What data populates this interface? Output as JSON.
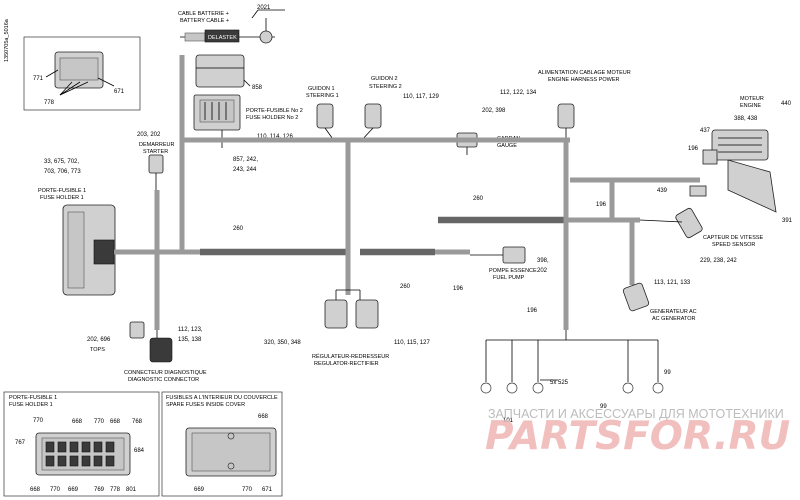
{
  "side_code": "1350705a_5016a",
  "labels": {
    "cable_fr": "CABLE BATTERIE +",
    "cable_en": "BATTERY CABLE +",
    "ref_2021": "2021",
    "delastek": "DELASTEK",
    "ref_858": "858",
    "ref_771": "771",
    "ref_778_top": "778",
    "ref_671_top": "671",
    "fh2_fr": "PORTE-FUSIBLE No 2",
    "fh2_en": "FUSE HOLDER No 2",
    "ref_fh2": "857, 242,",
    "ref_fh2b": "243, 244",
    "g1_fr": "GUIDON 1",
    "g1_en": "STEERING 1",
    "ref_g1": "110, 114, 126",
    "g2_fr": "GUIDON 2",
    "g2_en": "STEERING 2",
    "ref_g2": "110, 117, 129",
    "ref_gauge": "202, 398",
    "gauge_fr": "CADRAN",
    "gauge_en": "GAUGE",
    "ehp_ref": "112, 122, 134",
    "ehp_fr": "ALIMENTATION CABLAGE MOTEUR",
    "ehp_en": "ENGINE HARNESS POWER",
    "eng_fr": "MOTEUR",
    "eng_en": "ENGINE",
    "ref_440": "440",
    "ref_388": "388, 438",
    "ref_437": "437",
    "ref_196_eng": "196",
    "ref_439": "439",
    "ref_391": "391",
    "ref_start": "203, 202",
    "start_fr": "DEMARREUR",
    "start_en": "STARTER",
    "ref_fh1": "33, 675, 702,",
    "ref_fh1b": "703, 706, 773",
    "fh1_fr": "PORTE-FUSIBLE 1",
    "fh1_en": "FUSE HOLDER 1",
    "ref_260_a": "260",
    "ref_260_b": "260",
    "ref_260_c": "260",
    "ref_196_mid": "196",
    "ref_196_right": "196",
    "ref_196_low": "196",
    "speed_fr": "CAPTEUR DE VITESSE",
    "speed_en": "SPEED SENSOR",
    "ref_speed": "229, 238, 242",
    "ref_pump": "398,",
    "ref_pump2": "202",
    "pump_fr": "POMPE ESSENCE",
    "pump_en": "FUEL PUMP",
    "ref_gen": "113, 121, 133",
    "gen_fr": "GENERATEUR AC",
    "gen_en": "AC GENERATOR",
    "ref_tops": "202, 696",
    "tops": "TOPS",
    "ref_diag": "112, 123,",
    "ref_diag2": "135, 138",
    "diag_fr": "CONNECTEUR DIAGNOSTIQUE",
    "diag_en": "DIAGNOSTIC CONNECTOR",
    "ref_reg1": "320, 350, 348",
    "ref_reg2": "110, 115, 127",
    "reg_fr": "RÉGULATEUR-REDRESSEUR",
    "reg_en": "REGULATOR-RECTIFIER",
    "ref_525": "5x 525",
    "ref_101": "101",
    "ref_99a": "99",
    "ref_99b": "99",
    "inset1_fr": "PORTE-FUSIBLE 1",
    "inset1_en": "FUSE HOLDER 1",
    "i1_770a": "770",
    "i1_668a": "668",
    "i1_770b": "770",
    "i1_668b": "668",
    "i1_768": "768",
    "i1_767": "767",
    "i1_684": "684",
    "i1_668c": "668",
    "i1_770c": "770",
    "i1_669": "669",
    "i1_769": "769",
    "i1_778": "778",
    "i1_801": "801",
    "inset2_fr": "FUSIBLES A L'INTERIEUR DU COUVERCLE",
    "inset2_en": "SPARE FUSES INSIDE COVER",
    "i2_668": "668",
    "i2_669": "669",
    "i2_770": "770",
    "i2_671": "671",
    "watermark_ru": "ЗАПЧАСТИ И АКСЕССУАРЫ ДЛЯ МОТОТЕХНИКИ",
    "watermark_brand": "PARTSFOR.RU"
  }
}
